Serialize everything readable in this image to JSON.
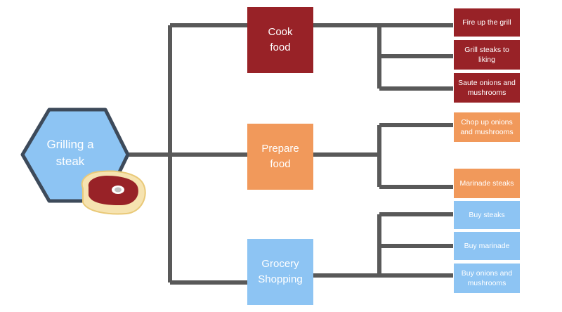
{
  "root": {
    "label_line1": "Grilling a",
    "label_line2": "steak"
  },
  "branches": [
    {
      "label_line1": "Cook",
      "label_line2": "food",
      "tasks": [
        {
          "label": "Fire up the grill"
        },
        {
          "label": "Grill steaks to liking"
        },
        {
          "label": "Saute onions and mushrooms"
        }
      ]
    },
    {
      "label_line1": "Prepare",
      "label_line2": "food",
      "tasks": [
        {
          "label": "Chop up onions and mushrooms"
        },
        {
          "label": "Marinade steaks"
        }
      ]
    },
    {
      "label_line1": "Grocery",
      "label_line2": "Shopping",
      "tasks": [
        {
          "label": "Buy steaks"
        },
        {
          "label": "Buy marinade"
        },
        {
          "label": "Buy onions and mushrooms"
        }
      ]
    }
  ],
  "colors": {
    "line": "#595959",
    "hexagon_fill": "#8dc4f3",
    "hexagon_stroke": "#3d4a5a",
    "cook": "#982227",
    "prepare": "#f1995b",
    "grocery": "#8dc4f3",
    "steak_meat": "#982227",
    "steak_fat": "#f6e3b0",
    "bone": "#bfbfbf"
  },
  "icons": {
    "root_decoration": "steak-icon"
  }
}
